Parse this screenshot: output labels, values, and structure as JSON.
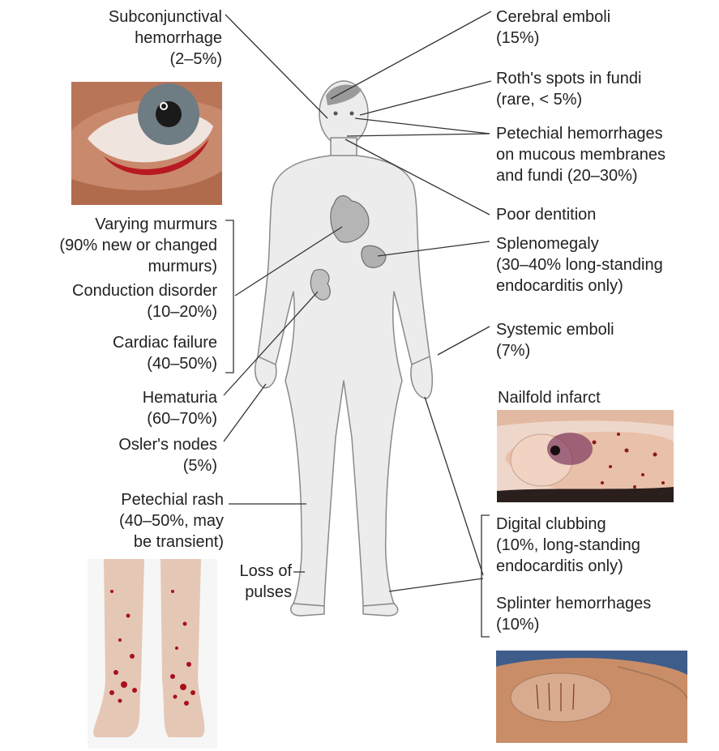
{
  "labels": {
    "subconj": [
      "Subconjunctival",
      "hemorrhage",
      "(2–5%)"
    ],
    "murmurs": [
      "Varying murmurs",
      "(90% new or changed",
      "murmurs)"
    ],
    "conduction": [
      "Conduction disorder",
      "(10–20%)"
    ],
    "cardiac": [
      "Cardiac failure",
      "(40–50%)"
    ],
    "hematuria": [
      "Hematuria",
      "(60–70%)"
    ],
    "osler": [
      "Osler's nodes",
      "(5%)"
    ],
    "petechial_rash": [
      "Petechial rash",
      "(40–50%, may",
      "be transient)"
    ],
    "pulses": [
      "Loss of",
      "pulses"
    ],
    "cerebral": [
      "Cerebral emboli",
      "(15%)"
    ],
    "roth": [
      "Roth's spots in fundi",
      "(rare, < 5%)"
    ],
    "petechial_hem": [
      "Petechial hemorrhages",
      "on mucous membranes",
      "and fundi (20–30%)"
    ],
    "dentition": [
      "Poor dentition"
    ],
    "spleno": [
      "Splenomegaly",
      "(30–40% long-standing",
      "endocarditis only)"
    ],
    "systemic": [
      "Systemic emboli",
      "(7%)"
    ],
    "nailfold": [
      "Nailfold infarct"
    ],
    "clubbing": [
      "Digital clubbing",
      "(10%, long-standing",
      "endocarditis only)"
    ],
    "splinter": [
      "Splinter hemorrhages",
      "(10%)"
    ]
  },
  "colors": {
    "body_fill": "#ececec",
    "body_stroke": "#8a8a8a",
    "leader_line": "#333333",
    "heart": "#a9a9a9",
    "skin": "#d9a27e",
    "blood": "#a8101c"
  }
}
